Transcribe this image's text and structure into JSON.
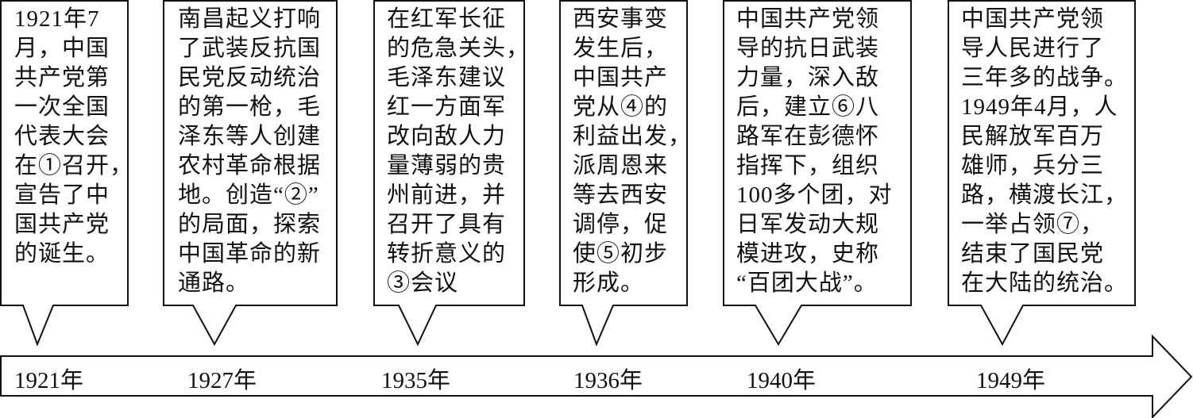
{
  "events": [
    {
      "year": "1921年",
      "lines": [
        "1921年7",
        "月，中国",
        "共产党第",
        "一次全国",
        "代表大会",
        "在①召开，",
        "宣告了中",
        "国共产党",
        "的诞生。"
      ]
    },
    {
      "year": "1927年",
      "lines": [
        "南昌起义打响",
        "了武装反抗国",
        "民党反动统治",
        "的第一枪，毛",
        "泽东等人创建",
        "农村革命根据",
        "地。创造“②”",
        "的局面，探索",
        "中国革命的新",
        "通路。"
      ]
    },
    {
      "year": "1935年",
      "lines": [
        "在红军长征",
        "的危急关头，",
        "毛泽东建议",
        "红一方面军",
        "改向敌人力",
        "量薄弱的贵",
        "州前进，并",
        "召开了具有",
        "转折意义的",
        "③会议"
      ]
    },
    {
      "year": "1936年",
      "lines": [
        "西安事变",
        "发生后，",
        "中国共产",
        "党从④的",
        "利益出发，",
        "派周恩来",
        "等去西安",
        "调停，促",
        "使⑤初步",
        "形成。"
      ]
    },
    {
      "year": "1940年",
      "lines": [
        "中国共产党领",
        "导的抗日武装",
        "力量，深入敌",
        "后，建立⑥八",
        "路军在彭德怀",
        "指挥下，组织",
        "100多个团，对",
        "日军发动大规",
        "模进攻，史称",
        "“百团大战”。"
      ]
    },
    {
      "year": "1949年",
      "lines": [
        "中国共产党领",
        "导人民进行了",
        "三年多的战争。",
        "1949年4月，人",
        "民解放军百万",
        "雄师，兵分三",
        "路，横渡长江，",
        "一举占领⑦，",
        "结束了国民党",
        "在大陆的统治。"
      ]
    }
  ]
}
